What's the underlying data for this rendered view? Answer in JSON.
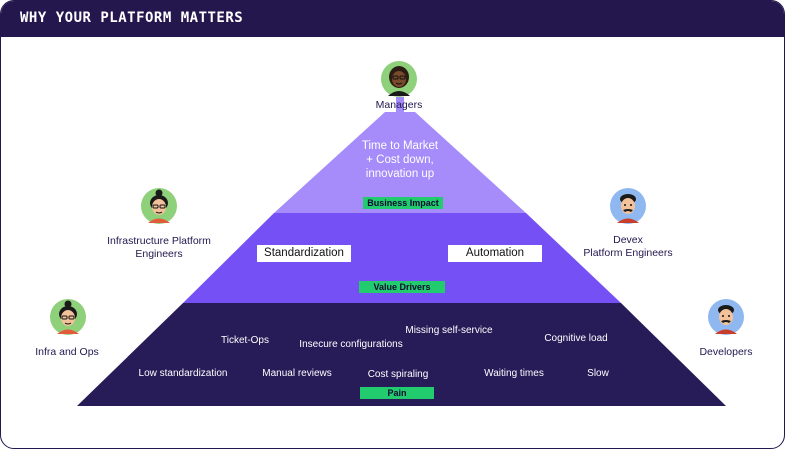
{
  "header": {
    "title": "WHY YOUR PLATFORM MATTERS"
  },
  "colors": {
    "dark": "#23174e",
    "tier_top": "#a58cfa",
    "tier_mid": "#7550f5",
    "tier_bottom": "#271b58",
    "badge": "#22cc6e"
  },
  "pyramid": {
    "top": {
      "text": "Time to Market\n+ Cost down,\ninnovation up",
      "badge": "Business Impact"
    },
    "middle": {
      "left_box": "Standardization",
      "right_box": "Automation",
      "badge": "Value Drivers"
    },
    "bottom": {
      "badge": "Pain",
      "items": [
        "Ticket-Ops",
        "Insecure configurations",
        "Missing self-service",
        "Cognitive load",
        "Low standardization",
        "Manual reviews",
        "Cost spiraling",
        "Waiting times",
        "Slow"
      ]
    }
  },
  "personas": {
    "managers": "Managers",
    "infra_platform": "Infrastructure Platform\nEngineers",
    "devex": "Devex\nPlatform Engineers",
    "infra_ops": "Infra and Ops",
    "developers": "Developers"
  }
}
